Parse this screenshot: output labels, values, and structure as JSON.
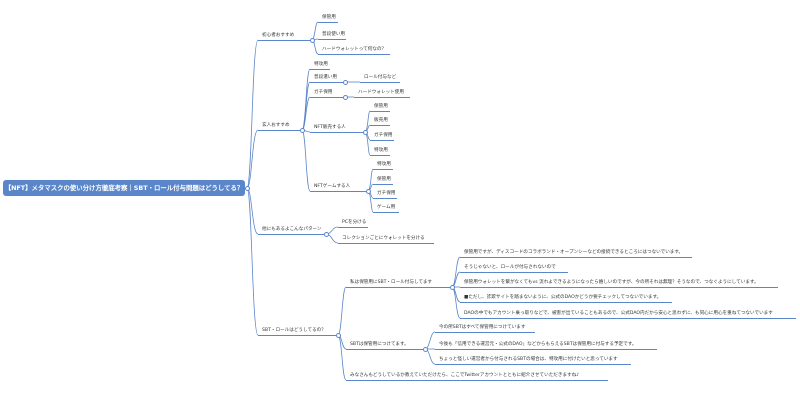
{
  "mindmap": {
    "root": "【NFT】メタマスクの使い分け方徹底考察｜SBT・ロール付与問題はどうしてる？",
    "branches": [
      {
        "label": "初心者おすすめ",
        "children": [
          {
            "label": "保管用"
          },
          {
            "label": "普段使い用"
          },
          {
            "label": "ハードウォレットって何なの？"
          }
        ]
      },
      {
        "label": "玄人おすすめ",
        "children": [
          {
            "label": "特攻用"
          },
          {
            "label": "普段遣い用",
            "children": [
              {
                "label": "ロール付与など"
              }
            ]
          },
          {
            "label": "ガチ保用",
            "children": [
              {
                "label": "ハードウォレット使用"
              }
            ]
          },
          {
            "label": "NFT販売する人",
            "children": [
              {
                "label": "保管用"
              },
              {
                "label": "販売用"
              },
              {
                "label": "ガチ保用"
              },
              {
                "label": "特攻用"
              }
            ]
          },
          {
            "label": "NFTゲームする人",
            "children": [
              {
                "label": "特攻用"
              },
              {
                "label": "保管用"
              },
              {
                "label": "ガチ保用"
              },
              {
                "label": "ゲーム用"
              }
            ]
          }
        ]
      },
      {
        "label": "他にもあるよこんなパターン",
        "children": [
          {
            "label": "PCを分ける"
          },
          {
            "label": "コレクションごとにウォレットを分ける"
          }
        ]
      },
      {
        "label": "SBT・ロールはどうしてるの？",
        "children": [
          {
            "label": "私は保管用にSBT・ロール付与してます",
            "children": [
              {
                "label": "保管用ですが、ディスコードのコラボランド・オープンシーなどの接続できるところにはつないでいます。"
              },
              {
                "label": "そうじゃないと、ロールが付与されないので"
              },
              {
                "label": "保管用ウォレットを繋がなくてもvs 流れよできるようになったら嬉しいのですが、今の所それは無理？そうなので、つなぐようにしています。"
              },
              {
                "label": "■ただし、詐欺サイトを踏まないように、公式のDAOかどうか要チェックしてつないでいます。"
              },
              {
                "label": "DAOの中でもアカウント乗っ取りなどで、被害が出ていることもあるので、公式DAO内だから安心と思わずに、も同心に用心を重ねてつないでいます"
              }
            ]
          },
          {
            "label": "SBTは保管用につけてます。",
            "children": [
              {
                "label": "今の所SBTはすべて保管用につけています"
              },
              {
                "label": "今後も「信用できる運営元・公式のDAO」などからもらえるSBTは保管用に付与する予定です。"
              },
              {
                "label": "ちょっと怪しい運営者から付与されるSBTの場合は、特攻用に付けたいと思っています"
              }
            ]
          },
          {
            "label": "みなさんもどうしているか教えていただけたら、ここでTwitterアカウントとともに紹介させていただきますね♪"
          }
        ]
      }
    ]
  }
}
